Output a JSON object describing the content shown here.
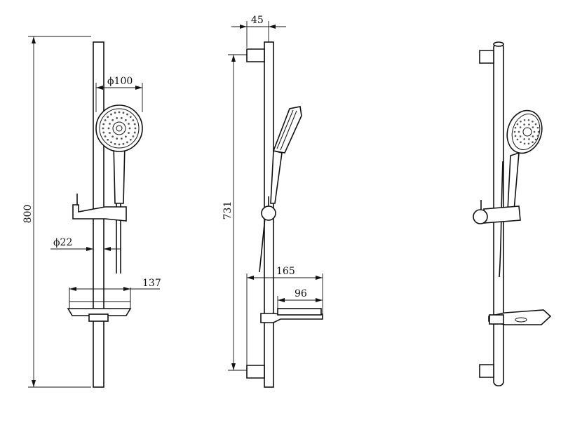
{
  "dimensions": {
    "overall_height": "800",
    "head_diameter": "ϕ100",
    "rail_diameter": "ϕ22",
    "dish_width": "137",
    "bracket_projection": "45",
    "bracket_spacing": "731",
    "dish_projection": "165",
    "dish_depth": "96"
  }
}
